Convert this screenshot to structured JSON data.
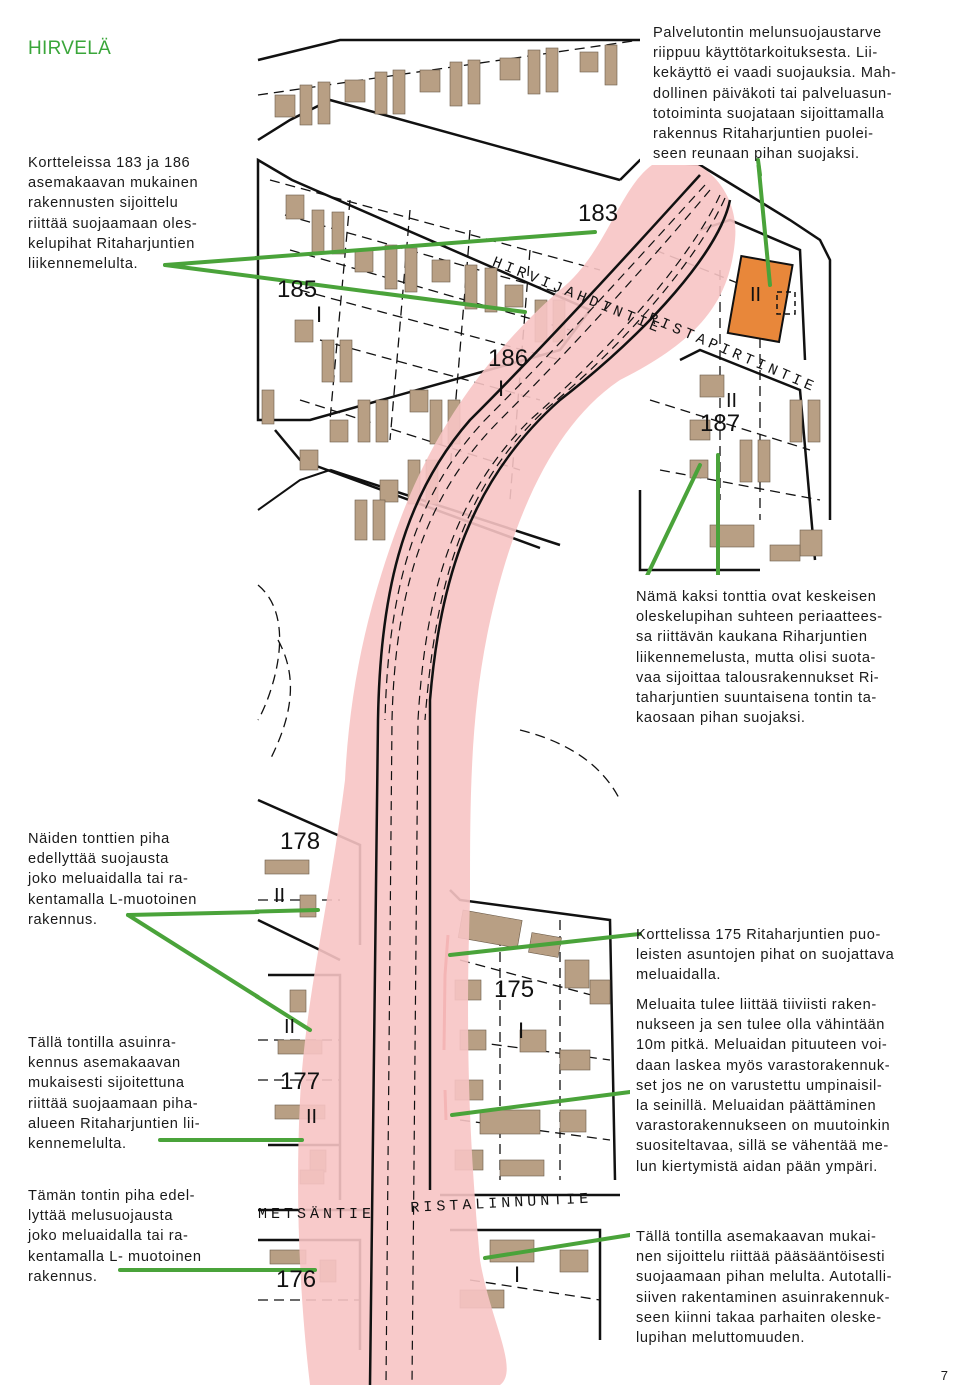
{
  "page": {
    "title": "HIRVELÄ",
    "page_number": "7"
  },
  "texts": {
    "left_top": "Kortteleissa 183 ja 186\nasemakaavan mukainen\nrakennusten sijoittelu\nriittää suojaamaan oles-\nkelupihat Ritaharjuntien\nliikennemelulta.",
    "right_top": "Palvelutontin melunsuojaustarve\nriippuu käyttötarkoituksesta. Lii-\nkekäyttö ei vaadi suojauksia. Mah-\ndollinen päiväkoti tai palveluasun-\ntotoiminta suojataan sijoittamalla\nrakennus Ritaharjuntien puolei-\nseen reunaan pihan suojaksi.",
    "right_mid": "Nämä kaksi tonttia ovat keskeisen\noleskelupihan suhteen periaattees-\nsa riittävän kaukana Riharjuntien\nliikennemelusta, mutta olisi suota-\nvaa sijoittaa talousrakennukset Ri-\ntaharjuntien suuntaisena tontin ta-\nkaosaan pihan suojaksi.",
    "left_mid": "Näiden tonttien piha\nedellyttää suojausta\njoko meluaidalla tai ra-\nkentamalla L-muotoinen\nrakennus.",
    "left_low": "Tällä tontilla asuinra-\nkennus asemakaavan\nmukaisesti sijoitettuna\nriittää suojaamaan piha-\nalueen Ritaharjuntien lii-\nkennemelulta.",
    "left_bottom": "Tämän tontin piha edel-\nlyttää melusuojausta\njoko meluaidalla tai ra-\nkentamalla L- muotoinen\nrakennus.",
    "right_175a": "Korttelissa 175 Ritaharjuntien puo-\nleisten asuntojen pihat on suojattava\nmeluaidalla.",
    "right_175b": "Meluaita tulee liittää tiiviisti raken-\nnukseen ja sen tulee olla vähintään\n10m pitkä. Meluaidan pituuteen voi-\ndaan laskea myös varastorakennuk-\nset jos ne on varustettu umpinaisil-\nla seinillä. Meluaidan päättäminen\nvarastorakennukseen on muutoinkin\nsuositeltavaa, sillä se vähentää me-\nlun kiertymistä aidan pään ympäri.",
    "right_bottom": "Tällä tontilla asemakaavan mukai-\nnen sijoittelu riittää pääsääntöisesti\nsuojaamaan pihan melulta. Autotalli-\nsiiven rakentaminen asuinrakennuk-\nseen kiinni takaa parhaiten oleske-\nlupihan meluttomuuden."
  },
  "map": {
    "blocks": {
      "b183": "183",
      "b185": "185",
      "b186": "186",
      "b187": "187",
      "b178": "178",
      "b177": "177",
      "b175": "175",
      "b176": "176"
    },
    "floors": {
      "f185": "I",
      "f186": "I",
      "f187": "II",
      "f_service": "II",
      "f178": "II",
      "f177a": "II",
      "f177b": "II",
      "f175": "I",
      "f_bottom": "I"
    },
    "roads": {
      "hirvijahdintie": "HIRVIJAHDINTIE",
      "ristapirtintie": "RISTAPIRTINTIE",
      "metsantie": "METSÄNTIE",
      "ristalinnuntie": "RISTALINNUNTIE"
    },
    "colors": {
      "noise_zone": "#f7c4c4",
      "callout_line": "#4aa33a",
      "building": "#b89f84",
      "service_plot": "#e8873a",
      "noise_fence": "#d83030",
      "title": "#3aa63a"
    }
  }
}
